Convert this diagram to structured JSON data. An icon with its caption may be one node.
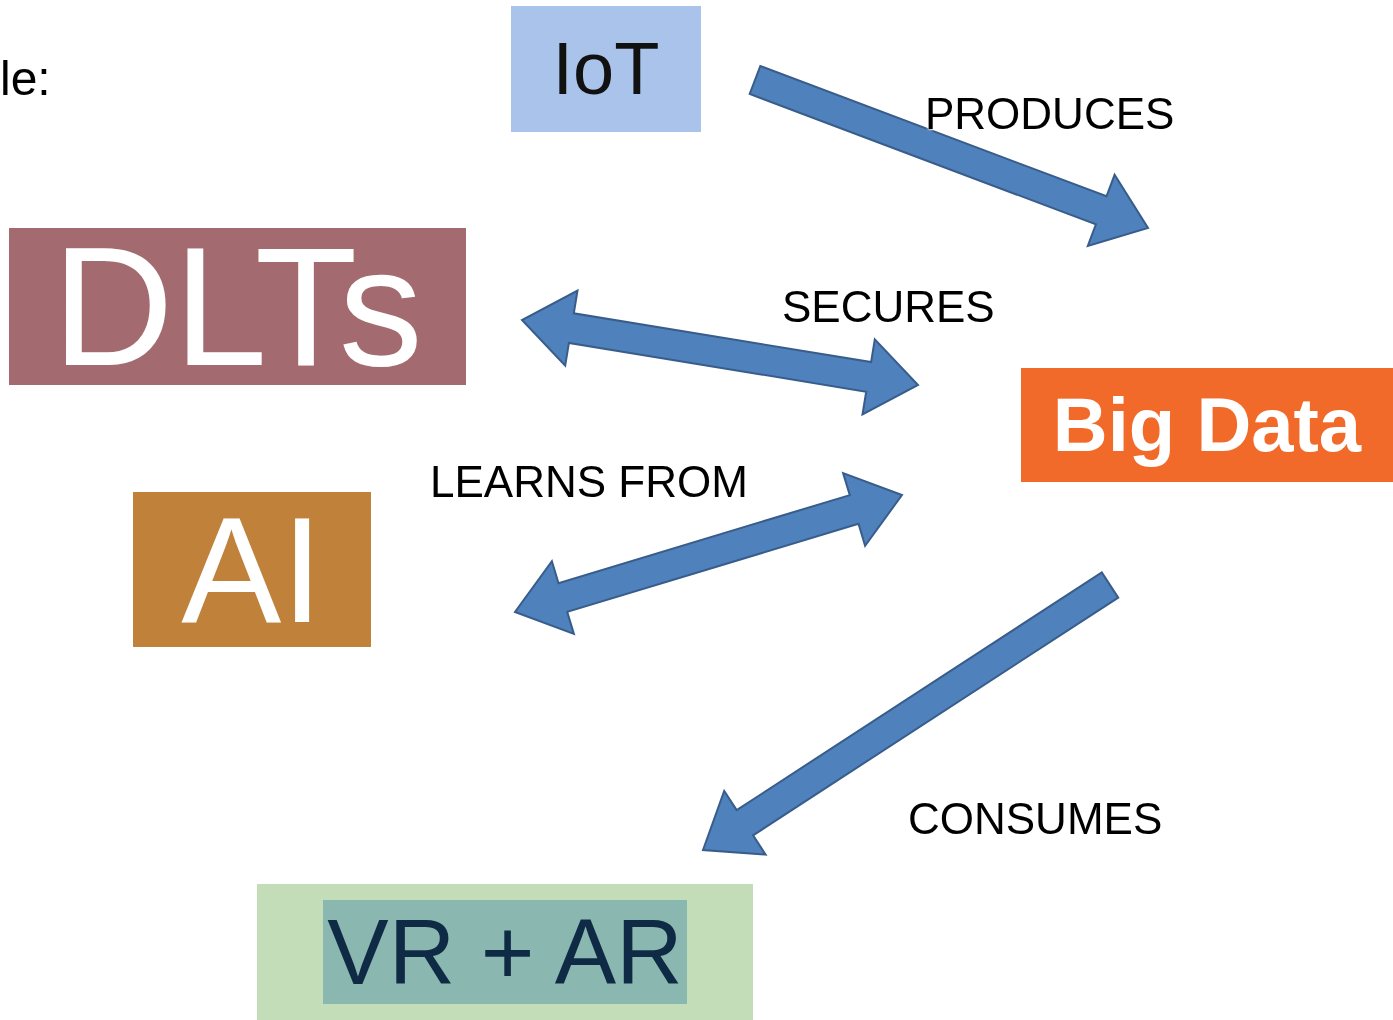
{
  "diagram": {
    "nodes": [
      {
        "text": [
          "IoT"
        ]
      },
      {
        "text": [
          "DLTs"
        ]
      },
      {
        "text": [
          "Big Data"
        ]
      },
      {
        "text": [
          "AI"
        ]
      },
      {
        "text": [
          "VR + AR"
        ]
      }
    ],
    "edges": [
      {
        "from": 0,
        "to": 2,
        "arrow": "to",
        "label": "PRODUCES"
      },
      {
        "from": 1,
        "to": 2,
        "arrow": "both",
        "label": "SECURES"
      },
      {
        "from": 3,
        "to": 2,
        "arrow": "both",
        "label": "LEARNS FROM"
      },
      {
        "from": 2,
        "to": 4,
        "arrow": "to",
        "label": "CONSUMES"
      }
    ],
    "labels": [
      "le:"
    ]
  }
}
